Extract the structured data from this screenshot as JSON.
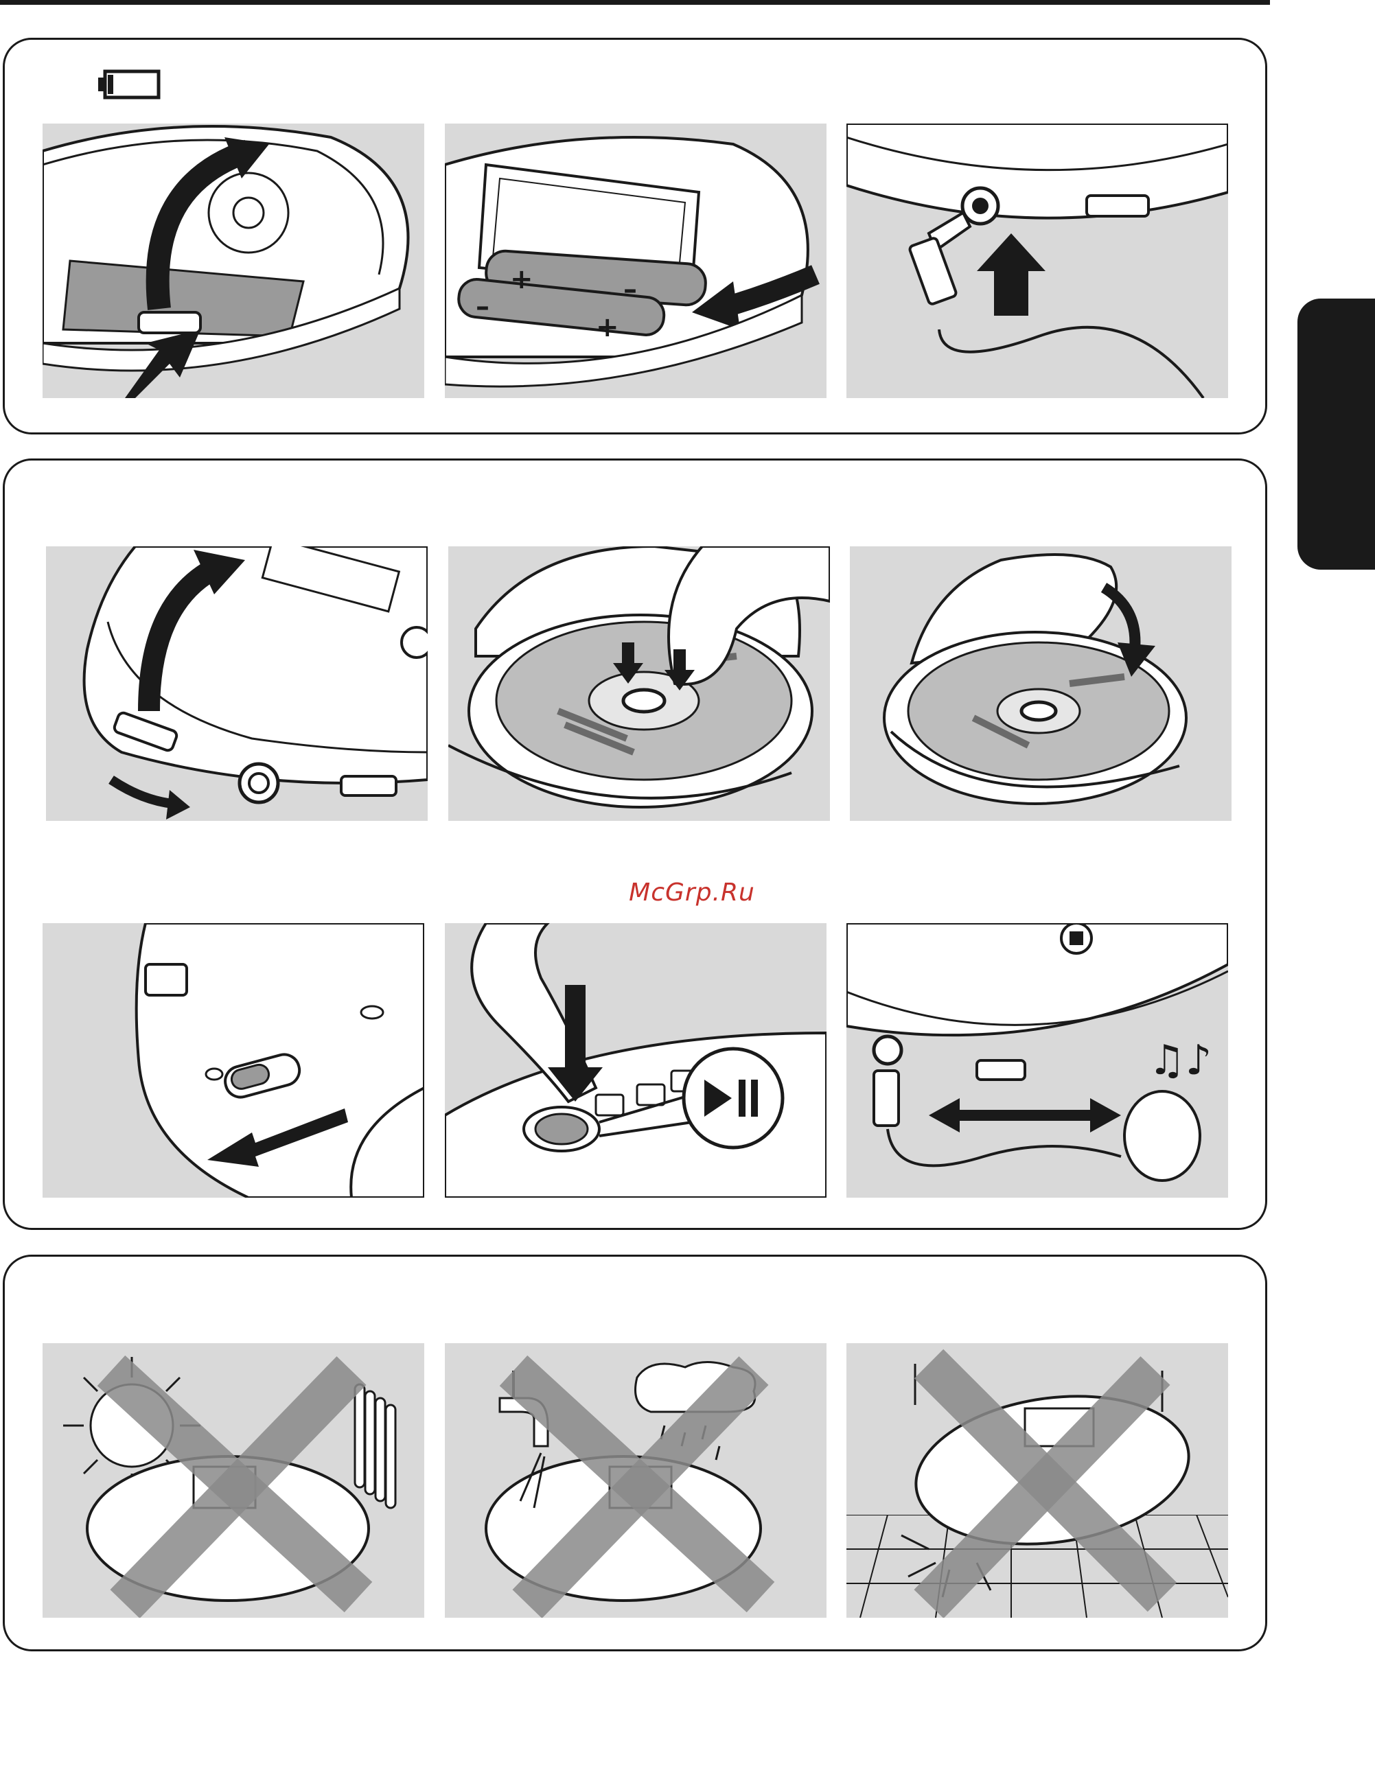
{
  "watermark": "McGrp.Ru",
  "icons": {
    "battery": "battery-low-icon",
    "play_pause": "play-pause-icon",
    "no_sign": "prohibited-x-icon"
  },
  "colors": {
    "ink": "#1a1a1a",
    "panel_bg": "#d9d9d9",
    "cross": "#8a8a8a",
    "watermark": "#c8322c"
  },
  "sections": [
    {
      "name": "power",
      "panels": [
        "open-battery-cover",
        "insert-batteries",
        "connect-headphones"
      ]
    },
    {
      "name": "playback",
      "panels": [
        "open-lid",
        "place-disc",
        "close-lid",
        "set-hold-switch",
        "press-play",
        "adjust-volume"
      ]
    },
    {
      "name": "precautions",
      "panels": [
        "avoid-heat",
        "avoid-water",
        "avoid-dropping"
      ]
    }
  ]
}
